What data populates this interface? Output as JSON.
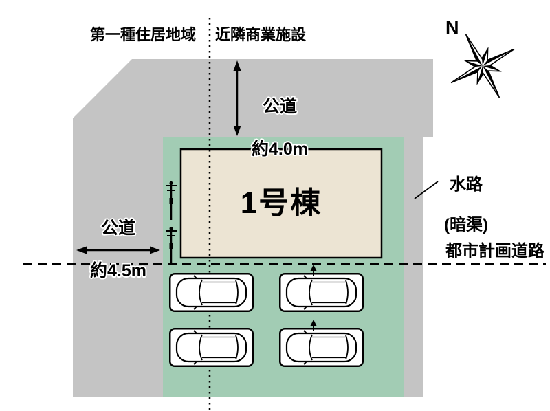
{
  "zoning": {
    "left": "第一種住居地域",
    "right": "近隣商業施設"
  },
  "roads": {
    "top": {
      "name": "公道",
      "width": "約4.0m"
    },
    "left": {
      "name": "公道",
      "width": "約4.5m"
    },
    "planning_road": "都市計画道路"
  },
  "building": {
    "label": "1号棟"
  },
  "waterway": {
    "name": "水路",
    "note": "(暗渠)"
  },
  "compass": {
    "north": "N"
  },
  "colors": {
    "road": "#c4c4c4",
    "plot": "#a2ccb4",
    "building_fill": "#ece4d3",
    "line": "#000000"
  }
}
